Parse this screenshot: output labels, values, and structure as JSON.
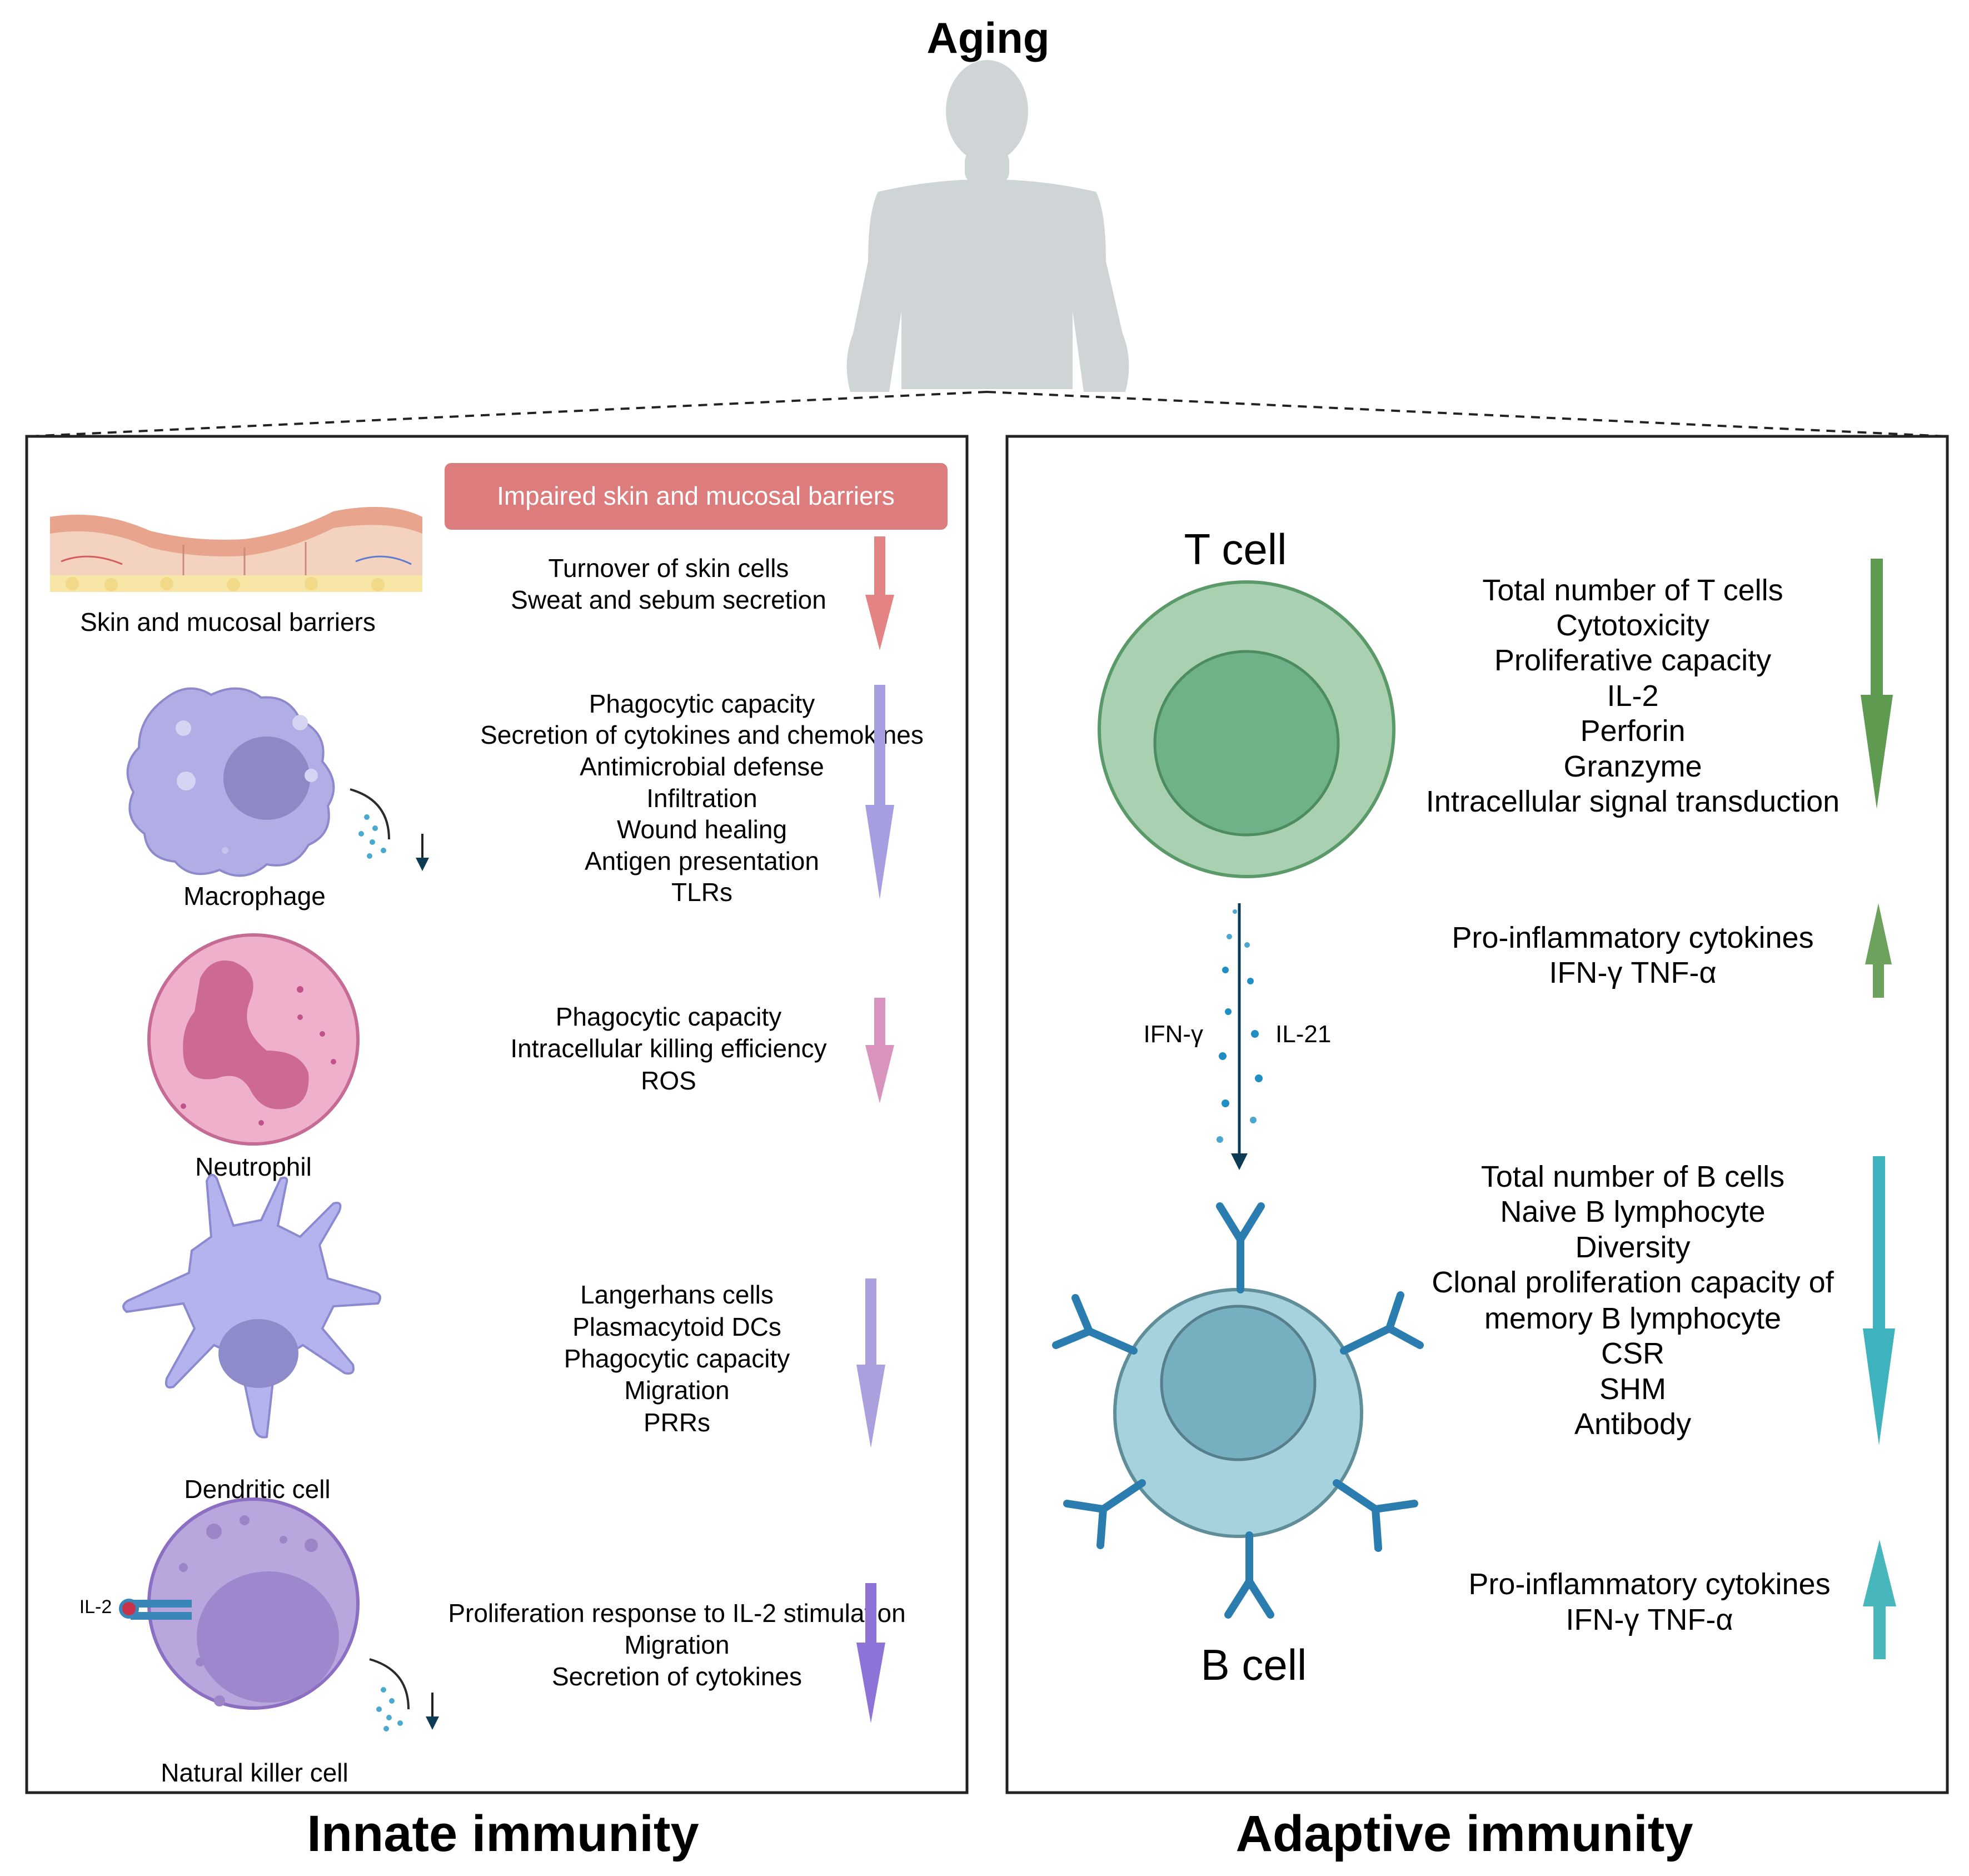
{
  "title": "Aging",
  "innate": {
    "heading": "Innate immunity",
    "banner": "Impaired skin and mucosal barriers",
    "skin": {
      "label": "Skin and mucosal barriers",
      "items": [
        "Turnover of skin cells",
        "Sweat and sebum secretion"
      ],
      "direction": "down",
      "arrow_color": "#e38383"
    },
    "macrophage": {
      "label": "Macrophage",
      "items": [
        "Phagocytic capacity",
        "Secretion of cytokines and chemokines",
        "Antimicrobial defense",
        "Infiltration",
        "Wound healing",
        "Antigen presentation",
        "TLRs"
      ],
      "direction": "down",
      "arrow_color": "#a59ee0"
    },
    "neutrophil": {
      "label": "Neutrophil",
      "items": [
        "Phagocytic capacity",
        "Intracellular killing efficiency",
        "ROS"
      ],
      "direction": "down",
      "arrow_color": "#d994bd"
    },
    "dendritic": {
      "label": "Dendritic cell",
      "items": [
        "Langerhans cells",
        "Plasmacytoid DCs",
        "Phagocytic capacity",
        "Migration",
        "PRRs"
      ],
      "direction": "down",
      "arrow_color": "#ab9fdd"
    },
    "nk": {
      "label": "Natural killer cell",
      "receptor_label": "IL-2",
      "items": [
        "Proliferation response to IL-2 stimulation",
        "Migration",
        "Secretion of cytokines"
      ],
      "direction": "down",
      "arrow_color": "#8d72d8"
    }
  },
  "adaptive": {
    "heading": "Adaptive immunity",
    "tcell": {
      "label": "T cell",
      "items": [
        "Total number of T cells",
        "Cytotoxicity",
        "Proliferative capacity",
        "IL-2",
        "Perforin",
        "Granzyme",
        "Intracellular signal transduction"
      ],
      "direction": "down",
      "arrow_color": "#5e9a4f"
    },
    "tcell_cytokines": {
      "items": [
        "Pro-inflammatory cytokines",
        "IFN-γ TNF-α"
      ],
      "direction": "up",
      "arrow_color": "#6da25c"
    },
    "signals": [
      "IFN-γ",
      "IL-21"
    ],
    "bcell": {
      "label": "B cell",
      "items": [
        "Total number of B cells",
        "Naive B lymphocyte",
        "Diversity",
        "Clonal proliferation  capacity of",
        "memory B lymphocyte",
        "CSR",
        "SHM",
        "Antibody"
      ],
      "direction": "down",
      "arrow_color": "#3fb3bd"
    },
    "bcell_cytokines": {
      "items": [
        "Pro-inflammatory cytokines",
        "IFN-γ TNF-α"
      ],
      "direction": "up",
      "arrow_color": "#48b6bd"
    }
  }
}
